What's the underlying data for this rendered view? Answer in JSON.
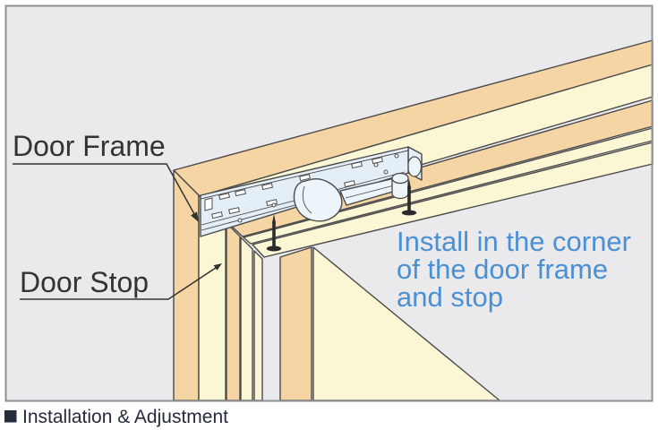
{
  "colors": {
    "tan": "#f6d5a5",
    "cream": "#fbf7d4",
    "outline": "#4a4a4a",
    "panel_bg": "#eaeaec",
    "panel_border": "#8f9094",
    "closer": "#e4eef7",
    "closer_light": "#edf5fa",
    "metal_dark": "#2a2a2a",
    "note_blue": "#4a90d2",
    "label": "#333333",
    "caption": "#252b3c"
  },
  "labels": {
    "door_frame": "Door Frame",
    "door_stop": "Door Stop"
  },
  "note": {
    "line1": "Install in the corner",
    "line2": "of the door frame",
    "line3": "and stop"
  },
  "caption": {
    "text": "Installation & Adjustment"
  }
}
